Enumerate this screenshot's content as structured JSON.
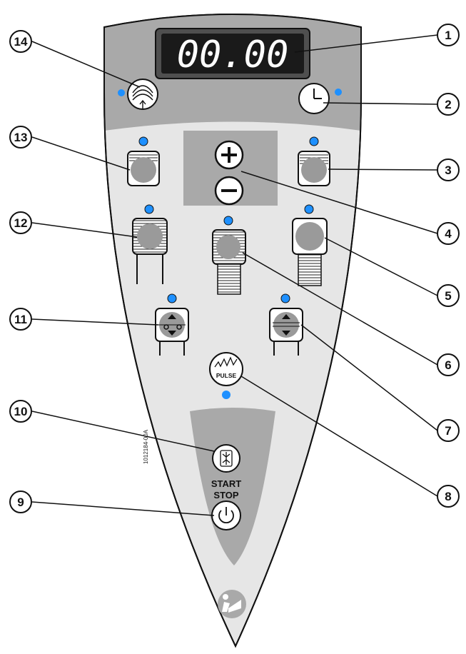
{
  "display": {
    "readout": "00.00"
  },
  "labels": {
    "pulse": "PULSE",
    "start": "START",
    "stop": "STOP",
    "doc_code": "1012184-00A"
  },
  "callouts": [
    "1",
    "2",
    "3",
    "4",
    "5",
    "6",
    "7",
    "8",
    "9",
    "10",
    "11",
    "12",
    "13",
    "14"
  ],
  "colors": {
    "panel": "#e6e6e6",
    "zone": "#a9a9a9",
    "indicator": "#1e90ff",
    "pad": "#9a9a9a"
  },
  "icons": [
    "massage-icon",
    "clock-icon",
    "plus-icon",
    "minus-icon",
    "pulse-icon",
    "start-stop-icon",
    "power-icon",
    "read-manual-icon",
    "up-down-arrows-icon"
  ]
}
